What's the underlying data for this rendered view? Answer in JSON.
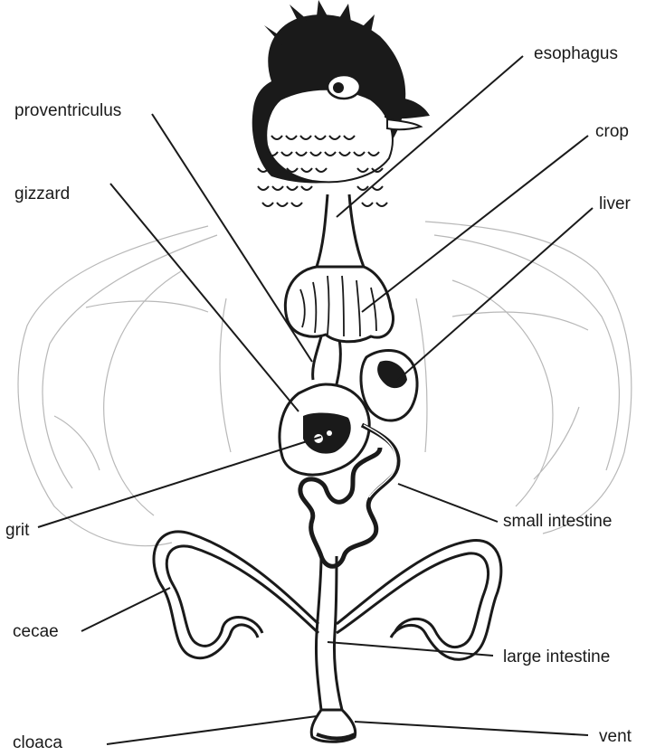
{
  "diagram": {
    "labels": {
      "esophagus": "esophagus",
      "proventriculus": "proventriculus",
      "crop": "crop",
      "gizzard": "gizzard",
      "liver": "liver",
      "grit": "grit",
      "small_intestine": "small intestine",
      "cecae": "cecae",
      "large_intestine": "large intestine",
      "cloaca": "cloaca",
      "vent": "vent"
    },
    "colors": {
      "ink": "#1a1a1a",
      "sketch": "#b5b5b5",
      "background": "#ffffff"
    }
  }
}
